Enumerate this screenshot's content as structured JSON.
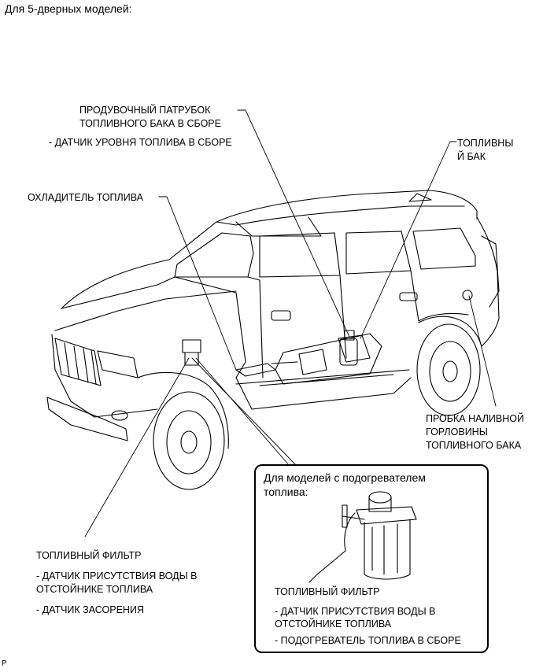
{
  "header": "Для 5-дверных моделей:",
  "labels": {
    "purge_line1": "ПРОДУВОЧНЫЙ ПАТРУБОК",
    "purge_line2": "ТОПЛИВНОГО БАКА В СБОРЕ",
    "fuel_level_sender": "- ДАТЧИК УРОВНЯ ТОПЛИВА В СБОРЕ",
    "fuel_tank_line1": "ТОПЛИВНЫ",
    "fuel_tank_line2": "Й БАК",
    "fuel_cooler": "ОХЛАДИТЕЛЬ ТОПЛИВА",
    "filler_cap_line1": "ПРОБКА НАЛИВНОЙ",
    "filler_cap_line2": "ГОРЛОВИНЫ",
    "filler_cap_line3": "ТОПЛИВНОГО БАКА",
    "filter": "ТОПЛИВНЫЙ ФИЛЬТР",
    "water_sensor_line1": "- ДАТЧИК ПРИСУТСТВИЯ ВОДЫ В",
    "water_sensor_line2": "ОТСТОЙНИКЕ ТОПЛИВА",
    "clog_sensor": "- ДАТЧИК ЗАСОРЕНИЯ"
  },
  "inset": {
    "title_line1": "Для моделей с подогревателем",
    "title_line2": "топлива:",
    "filter": "ТОПЛИВНЫЙ ФИЛЬТР",
    "water_sensor_line1": "- ДАТЧИК ПРИСУТСТВИЯ ВОДЫ В",
    "water_sensor_line2": "ОТСТОЙНИКЕ ТОПЛИВА",
    "heater": "- ПОДОГРЕВАТЕЛЬ ТОПЛИВА В СБОРЕ"
  },
  "footer_code": "P"
}
